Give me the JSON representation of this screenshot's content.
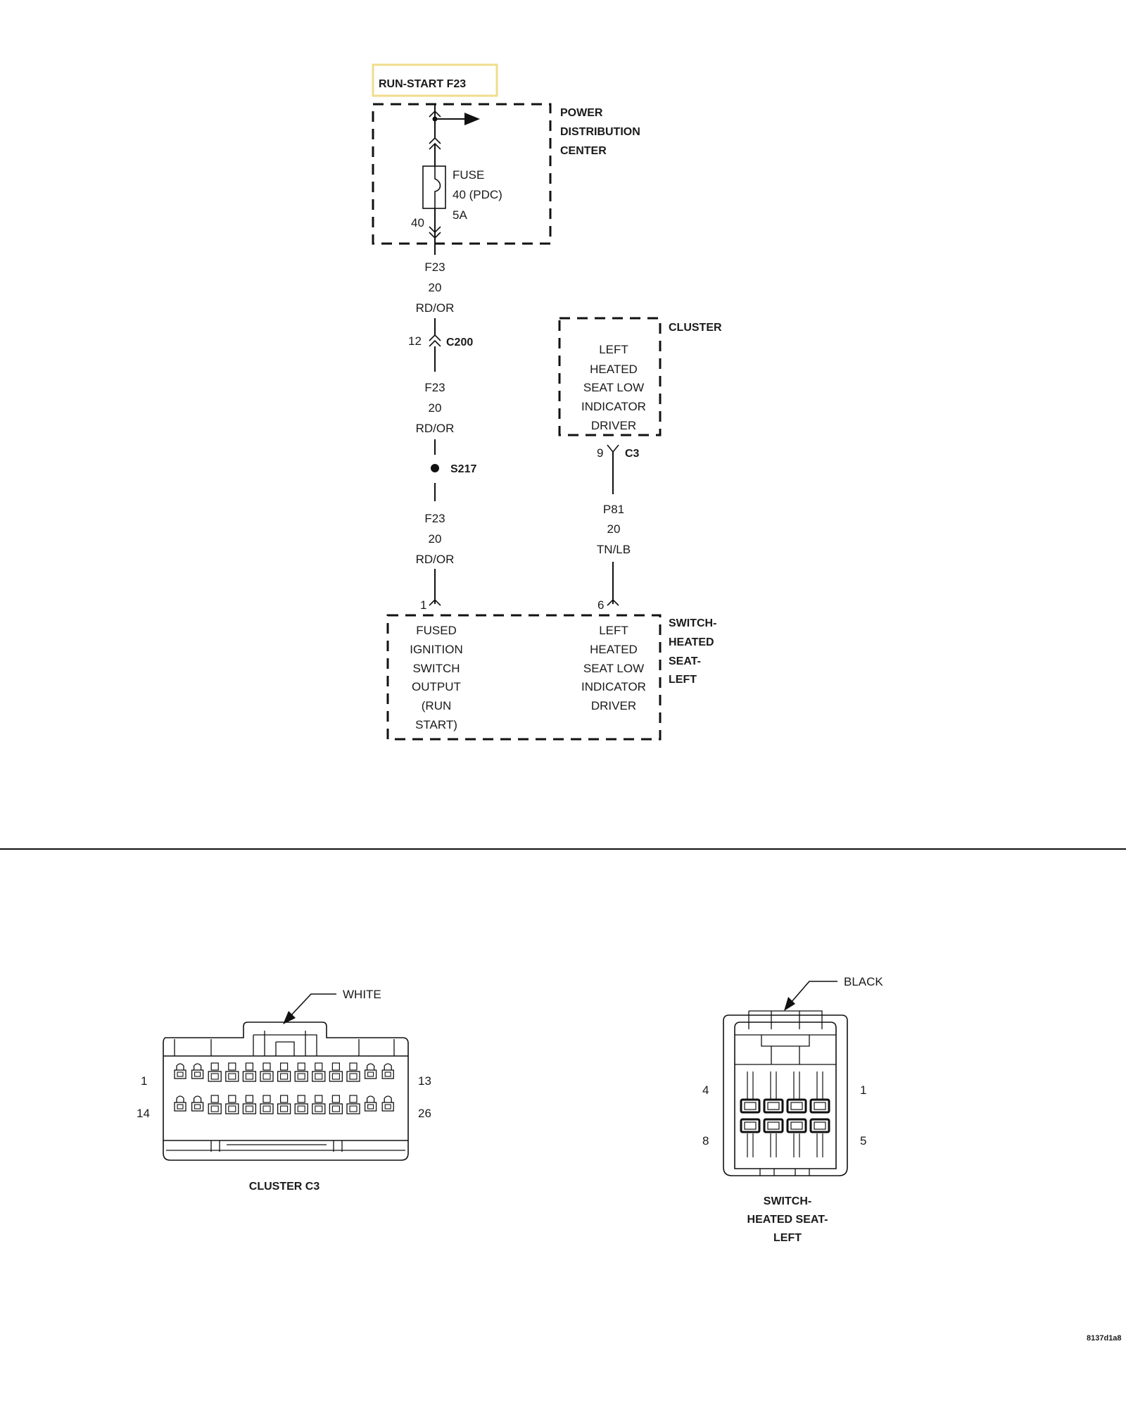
{
  "title": "RUN-START F23",
  "components": {
    "pdc": {
      "name_lines": [
        "POWER",
        "DISTRIBUTION",
        "CENTER"
      ]
    },
    "fuse": {
      "lines": [
        "FUSE",
        "40 (PDC)",
        "5A"
      ],
      "pin": "40"
    },
    "cluster": {
      "name": "CLUSTER",
      "lines": [
        "LEFT",
        "HEATED",
        "SEAT LOW",
        "INDICATOR",
        "DRIVER"
      ],
      "connector_pin": "9",
      "connector": "C3"
    },
    "switch": {
      "name_lines": [
        "SWITCH-",
        "HEATED",
        "SEAT-",
        "LEFT"
      ],
      "left_lines": [
        "FUSED",
        "IGNITION",
        "SWITCH",
        "OUTPUT",
        "(RUN",
        "START)"
      ],
      "right_lines": [
        "LEFT",
        "HEATED",
        "SEAT LOW",
        "INDICATOR",
        "DRIVER"
      ],
      "pin_left": "1",
      "pin_right": "6"
    }
  },
  "wires": {
    "w1": [
      "F23",
      "20",
      "RD/OR"
    ],
    "w2": [
      "F23",
      "20",
      "RD/OR"
    ],
    "w3": [
      "F23",
      "20",
      "RD/OR"
    ],
    "w4": [
      "P81",
      "20",
      "TN/LB"
    ]
  },
  "inline_connector": {
    "pin": "12",
    "name": "C200"
  },
  "splice": {
    "name": "S217"
  },
  "connector_views": {
    "cluster_c3": {
      "title": "CLUSTER C3",
      "color": "WHITE",
      "pin_labels": {
        "top_left": "1",
        "top_right": "13",
        "bottom_left": "14",
        "bottom_right": "26"
      }
    },
    "switch_conn": {
      "title_lines": [
        "SWITCH-",
        "HEATED SEAT-",
        "LEFT"
      ],
      "color": "BLACK",
      "pin_labels": {
        "top_left": "4",
        "top_right": "1",
        "bottom_left": "8",
        "bottom_right": "5"
      }
    }
  },
  "image_code": "8137d1a8",
  "colors": {
    "title_box_border": "#f0dc8c",
    "line": "#111111"
  }
}
